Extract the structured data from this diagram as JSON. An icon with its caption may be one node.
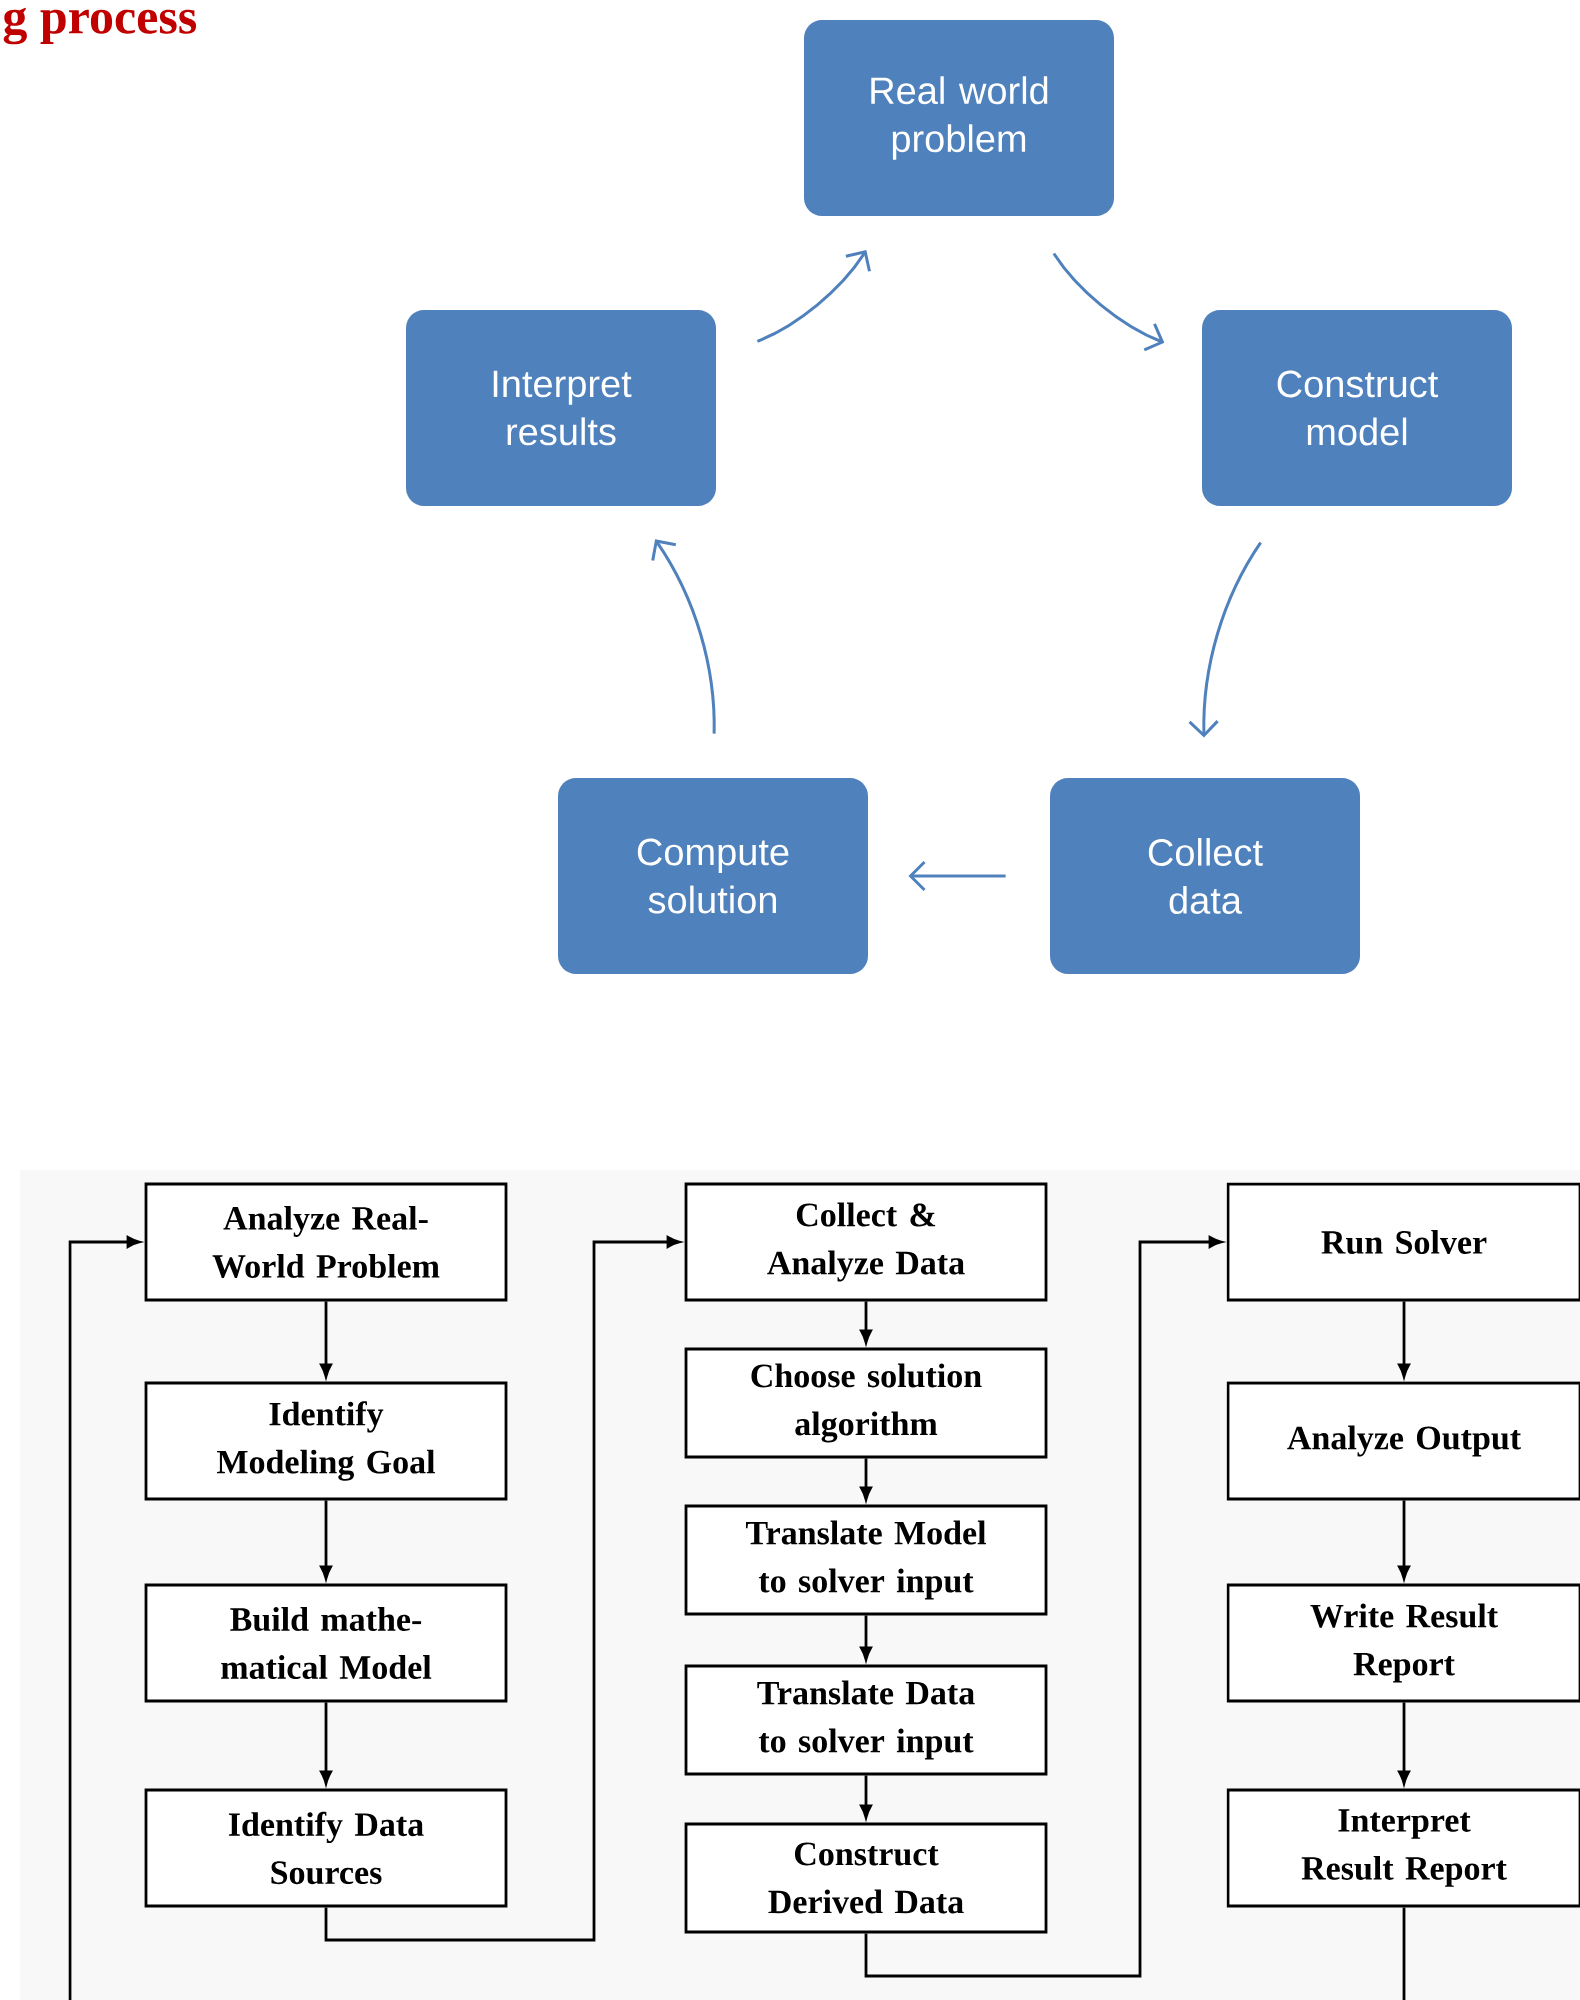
{
  "diagram": {
    "title": "g process",
    "nodes": [
      {
        "text": [
          "Real world problem"
        ]
      },
      {
        "text": [
          "Construct model"
        ]
      },
      {
        "text": [
          "Collect data"
        ]
      },
      {
        "text": [
          "Compute solution"
        ]
      },
      {
        "text": [
          "Interpret results"
        ]
      },
      {
        "text": [
          "Analyze Real- World Problem"
        ]
      },
      {
        "text": [
          "Identify Modeling Goal"
        ]
      },
      {
        "text": [
          "Build mathe- matical Model"
        ]
      },
      {
        "text": [
          "Identify Data Sources"
        ]
      },
      {
        "text": [
          "Collect & Analyze Data"
        ]
      },
      {
        "text": [
          "Choose solution algorithm"
        ]
      },
      {
        "text": [
          "Translate Model to solver input"
        ]
      },
      {
        "text": [
          "Translate Data to solver input"
        ]
      },
      {
        "text": [
          "Construct Derived Data"
        ]
      },
      {
        "text": [
          "Run Solver"
        ]
      },
      {
        "text": [
          "Analyze Output"
        ]
      },
      {
        "text": [
          "Write Result Report"
        ]
      },
      {
        "text": [
          "Interpret Result Report"
        ]
      }
    ],
    "edges": [
      {
        "from": 0,
        "to": 1,
        "arrow": "to",
        "color": "#4f81bd"
      },
      {
        "from": 1,
        "to": 2,
        "arrow": "to",
        "color": "#4f81bd"
      },
      {
        "from": 2,
        "to": 3,
        "arrow": "to",
        "color": "#4f81bd"
      },
      {
        "from": 3,
        "to": 4,
        "arrow": "to",
        "color": "#4f81bd"
      },
      {
        "from": 4,
        "to": 0,
        "arrow": "to",
        "color": "#4f81bd"
      },
      {
        "from": 5,
        "to": 6,
        "arrow": "to"
      },
      {
        "from": 6,
        "to": 7,
        "arrow": "to"
      },
      {
        "from": 7,
        "to": 8,
        "arrow": "to"
      },
      {
        "from": 8,
        "to": 9,
        "arrow": "to"
      },
      {
        "from": 9,
        "to": 10,
        "arrow": "to"
      },
      {
        "from": 10,
        "to": 11,
        "arrow": "to"
      },
      {
        "from": 11,
        "to": 12,
        "arrow": "to"
      },
      {
        "from": 12,
        "to": 13,
        "arrow": "to"
      },
      {
        "from": 13,
        "to": 14,
        "arrow": "to"
      },
      {
        "from": 14,
        "to": 15,
        "arrow": "to"
      },
      {
        "from": 15,
        "to": 16,
        "arrow": "to"
      },
      {
        "from": 16,
        "to": 17,
        "arrow": "to"
      },
      {
        "from": 17,
        "to": null,
        "arrow": "none"
      },
      {
        "from": null,
        "to": 5,
        "arrow": "to"
      }
    ]
  }
}
